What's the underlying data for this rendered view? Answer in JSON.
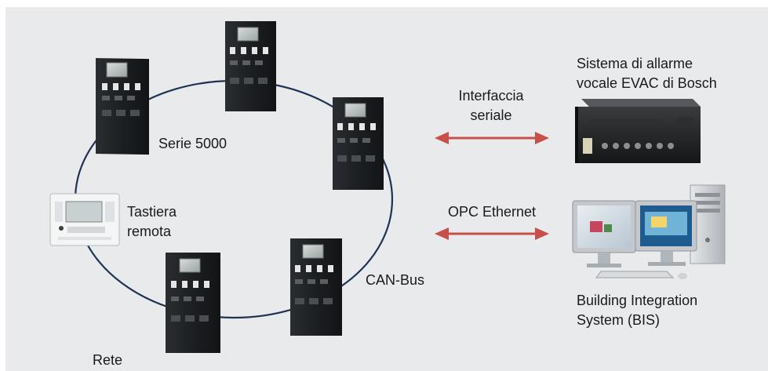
{
  "labels": {
    "series": "Serie 5000",
    "keypad_line1": "Tastiera",
    "keypad_line2": "remota",
    "canbus": "CAN-Bus",
    "network": "Rete",
    "serial_line1": "Interfaccia",
    "serial_line2": "seriale",
    "opc": "OPC Ethernet",
    "evac_line1": "Sistema di allarme",
    "evac_line2": "vocale EVAC di Bosch",
    "bis_line1": "Building Integration",
    "bis_line2": "System (BIS)"
  },
  "colors": {
    "background": "#e8eaec",
    "ring": "#1e3355",
    "arrow": "#c8504a",
    "panel_body": "#202326"
  }
}
